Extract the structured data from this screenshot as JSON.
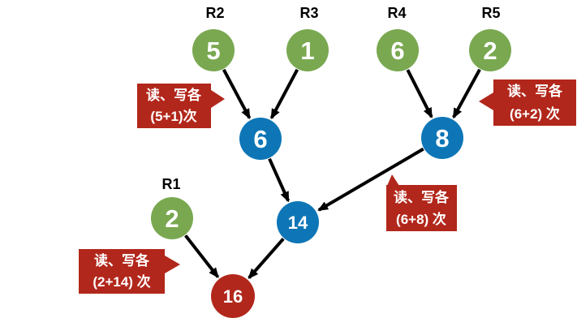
{
  "colors": {
    "green": "#79A850",
    "blue": "#0E76B6",
    "red": "#B2271B",
    "arrow": "#000000",
    "background": "#ffffff"
  },
  "nodes": {
    "r2": {
      "label": "R2",
      "value": "5"
    },
    "r3": {
      "label": "R3",
      "value": "1"
    },
    "r4": {
      "label": "R4",
      "value": "6"
    },
    "r5": {
      "label": "R5",
      "value": "2"
    },
    "r1": {
      "label": "R1",
      "value": "2"
    },
    "sum6": {
      "value": "6"
    },
    "sum8": {
      "value": "8"
    },
    "sum14": {
      "value": "14"
    },
    "sum16": {
      "value": "16"
    }
  },
  "callouts": {
    "left": {
      "line1": "读、写各",
      "line2": "(5+1)次"
    },
    "right": {
      "line1": "读、写各",
      "line2": "(6+2) 次"
    },
    "middle": {
      "line1": "读、写各",
      "line2": "(6+8) 次"
    },
    "bottom": {
      "line1": "读、写各",
      "line2": "(2+14) 次"
    }
  }
}
